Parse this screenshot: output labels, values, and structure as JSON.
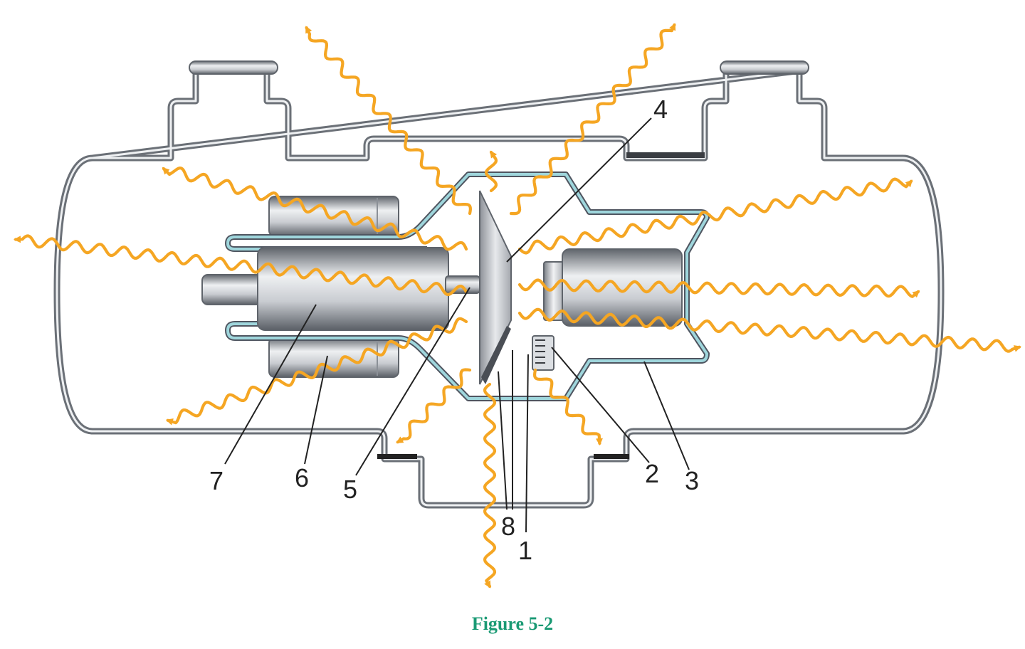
{
  "figure": {
    "caption": "Figure 5-2",
    "caption_color": "#1a9a74",
    "colors": {
      "radiation": "#f5a623",
      "glass_highlight": "#9fd6dc",
      "metal_dark": "#6b7077",
      "metal_light": "#eef0f2"
    },
    "callouts": [
      {
        "id": "1",
        "text": "1"
      },
      {
        "id": "2",
        "text": "2"
      },
      {
        "id": "3",
        "text": "3"
      },
      {
        "id": "4",
        "text": "4"
      },
      {
        "id": "5",
        "text": "5"
      },
      {
        "id": "6",
        "text": "6"
      },
      {
        "id": "7",
        "text": "7"
      },
      {
        "id": "8",
        "text": "8"
      }
    ]
  }
}
